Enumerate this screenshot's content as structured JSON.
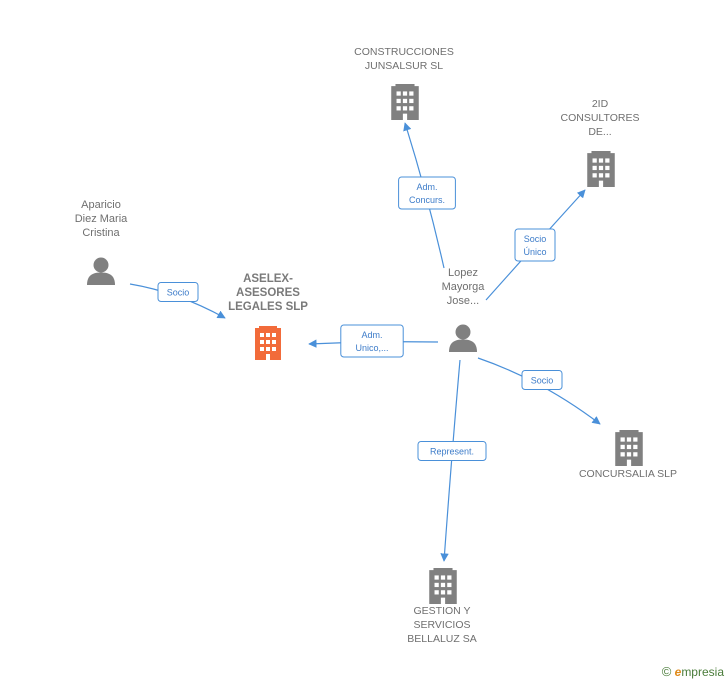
{
  "nodes": [
    {
      "id": "aselex",
      "type": "company",
      "highlight": true,
      "label_lines": [
        "ASELEX-",
        "ASESORES",
        "LEGALES SLP"
      ]
    },
    {
      "id": "aparicio",
      "type": "person",
      "label_lines": [
        "Aparicio",
        "Diez Maria",
        "Cristina"
      ]
    },
    {
      "id": "lopez",
      "type": "person",
      "label_lines": [
        "Lopez",
        "Mayorga",
        "Jose..."
      ]
    },
    {
      "id": "construcciones",
      "type": "company",
      "label_lines": [
        "CONSTRUCCIONES",
        "JUNSALSUR SL"
      ]
    },
    {
      "id": "2id",
      "type": "company",
      "label_lines": [
        "2ID",
        "CONSULTORES",
        "DE..."
      ]
    },
    {
      "id": "concursalia",
      "type": "company",
      "label_lines": [
        "CONCURSALIA SLP"
      ]
    },
    {
      "id": "gestion",
      "type": "company",
      "label_lines": [
        "GESTION Y",
        "SERVICIOS",
        "BELLALUZ SA"
      ]
    }
  ],
  "edges": [
    {
      "from": "aparicio",
      "to": "aselex",
      "label_lines": [
        "Socio"
      ]
    },
    {
      "from": "lopez",
      "to": "aselex",
      "label_lines": [
        "Adm.",
        "Unico,..."
      ]
    },
    {
      "from": "lopez",
      "to": "construcciones",
      "label_lines": [
        "Adm.",
        "Concurs."
      ]
    },
    {
      "from": "lopez",
      "to": "2id",
      "label_lines": [
        "Socio",
        "Único"
      ]
    },
    {
      "from": "lopez",
      "to": "concursalia",
      "label_lines": [
        "Socio"
      ]
    },
    {
      "from": "lopez",
      "to": "gestion",
      "label_lines": [
        "Represent."
      ]
    }
  ],
  "colors": {
    "edge": "#4a90d9",
    "icon": "#808080",
    "highlight_icon": "#f26b3a",
    "label": "#6f6f6f"
  },
  "footer": {
    "copyright_symbol": "©",
    "brand_initial": "e",
    "brand_rest": "mpresia"
  }
}
